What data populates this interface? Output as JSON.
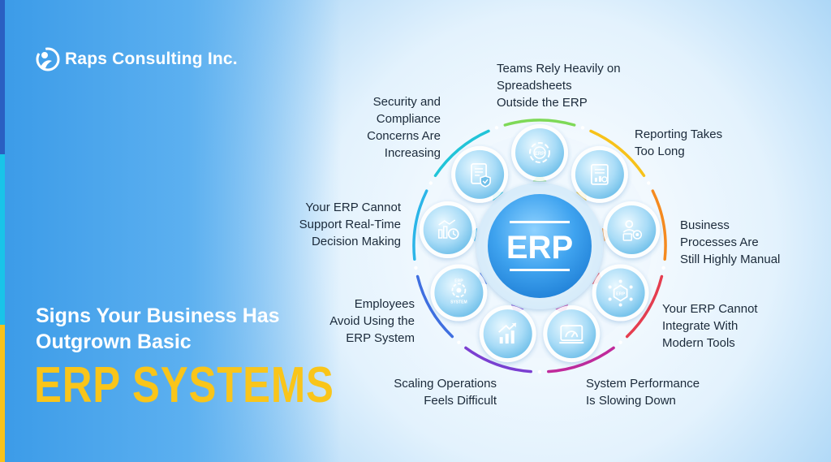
{
  "brand": {
    "name": "Raps Consulting Inc."
  },
  "headline": {
    "line1": "Signs Your Business Has",
    "line2": "Outgrown Basic",
    "emphasis": "ERP SYSTEMS"
  },
  "center": {
    "label": "ERP"
  },
  "signs": [
    {
      "lines": [
        "Teams Rely Heavily on",
        "Spreadsheets",
        "Outside the ERP"
      ],
      "icon": "document-settings-icon"
    },
    {
      "lines": [
        "Reporting Takes",
        "Too Long"
      ],
      "icon": "report-chart-icon"
    },
    {
      "lines": [
        "Business",
        "Processes Are",
        "Still Highly Manual"
      ],
      "icon": "user-process-icon"
    },
    {
      "lines": [
        "Your ERP Cannot",
        "Integrate With",
        "Modern Tools"
      ],
      "icon": "erp-network-icon"
    },
    {
      "lines": [
        "System Performance",
        "Is Slowing Down"
      ],
      "icon": "speed-gauge-icon"
    },
    {
      "lines": [
        "Scaling Operations",
        "Feels Difficult"
      ],
      "icon": "growth-arrows-icon"
    },
    {
      "lines": [
        "Employees",
        "Avoid Using the",
        "ERP System"
      ],
      "icon": "erp-system-icon"
    },
    {
      "lines": [
        "Your ERP Cannot",
        "Support Real-Time",
        "Decision Making"
      ],
      "icon": "analytics-clock-icon"
    },
    {
      "lines": [
        "Security and",
        "Compliance",
        "Concerns Are",
        "Increasing"
      ],
      "icon": "secure-document-icon"
    }
  ],
  "icon_texts": {
    "erp": "ERP",
    "system": "SYSTEM"
  },
  "colors": {
    "headline_accent": "#f9c51a",
    "ring_segments": [
      "#7ed957",
      "#f7c21a",
      "#f58a1f",
      "#e53d4f",
      "#c02a9b",
      "#7b3fd1",
      "#3f6fe0",
      "#2bb5e8",
      "#21c4d8"
    ]
  }
}
